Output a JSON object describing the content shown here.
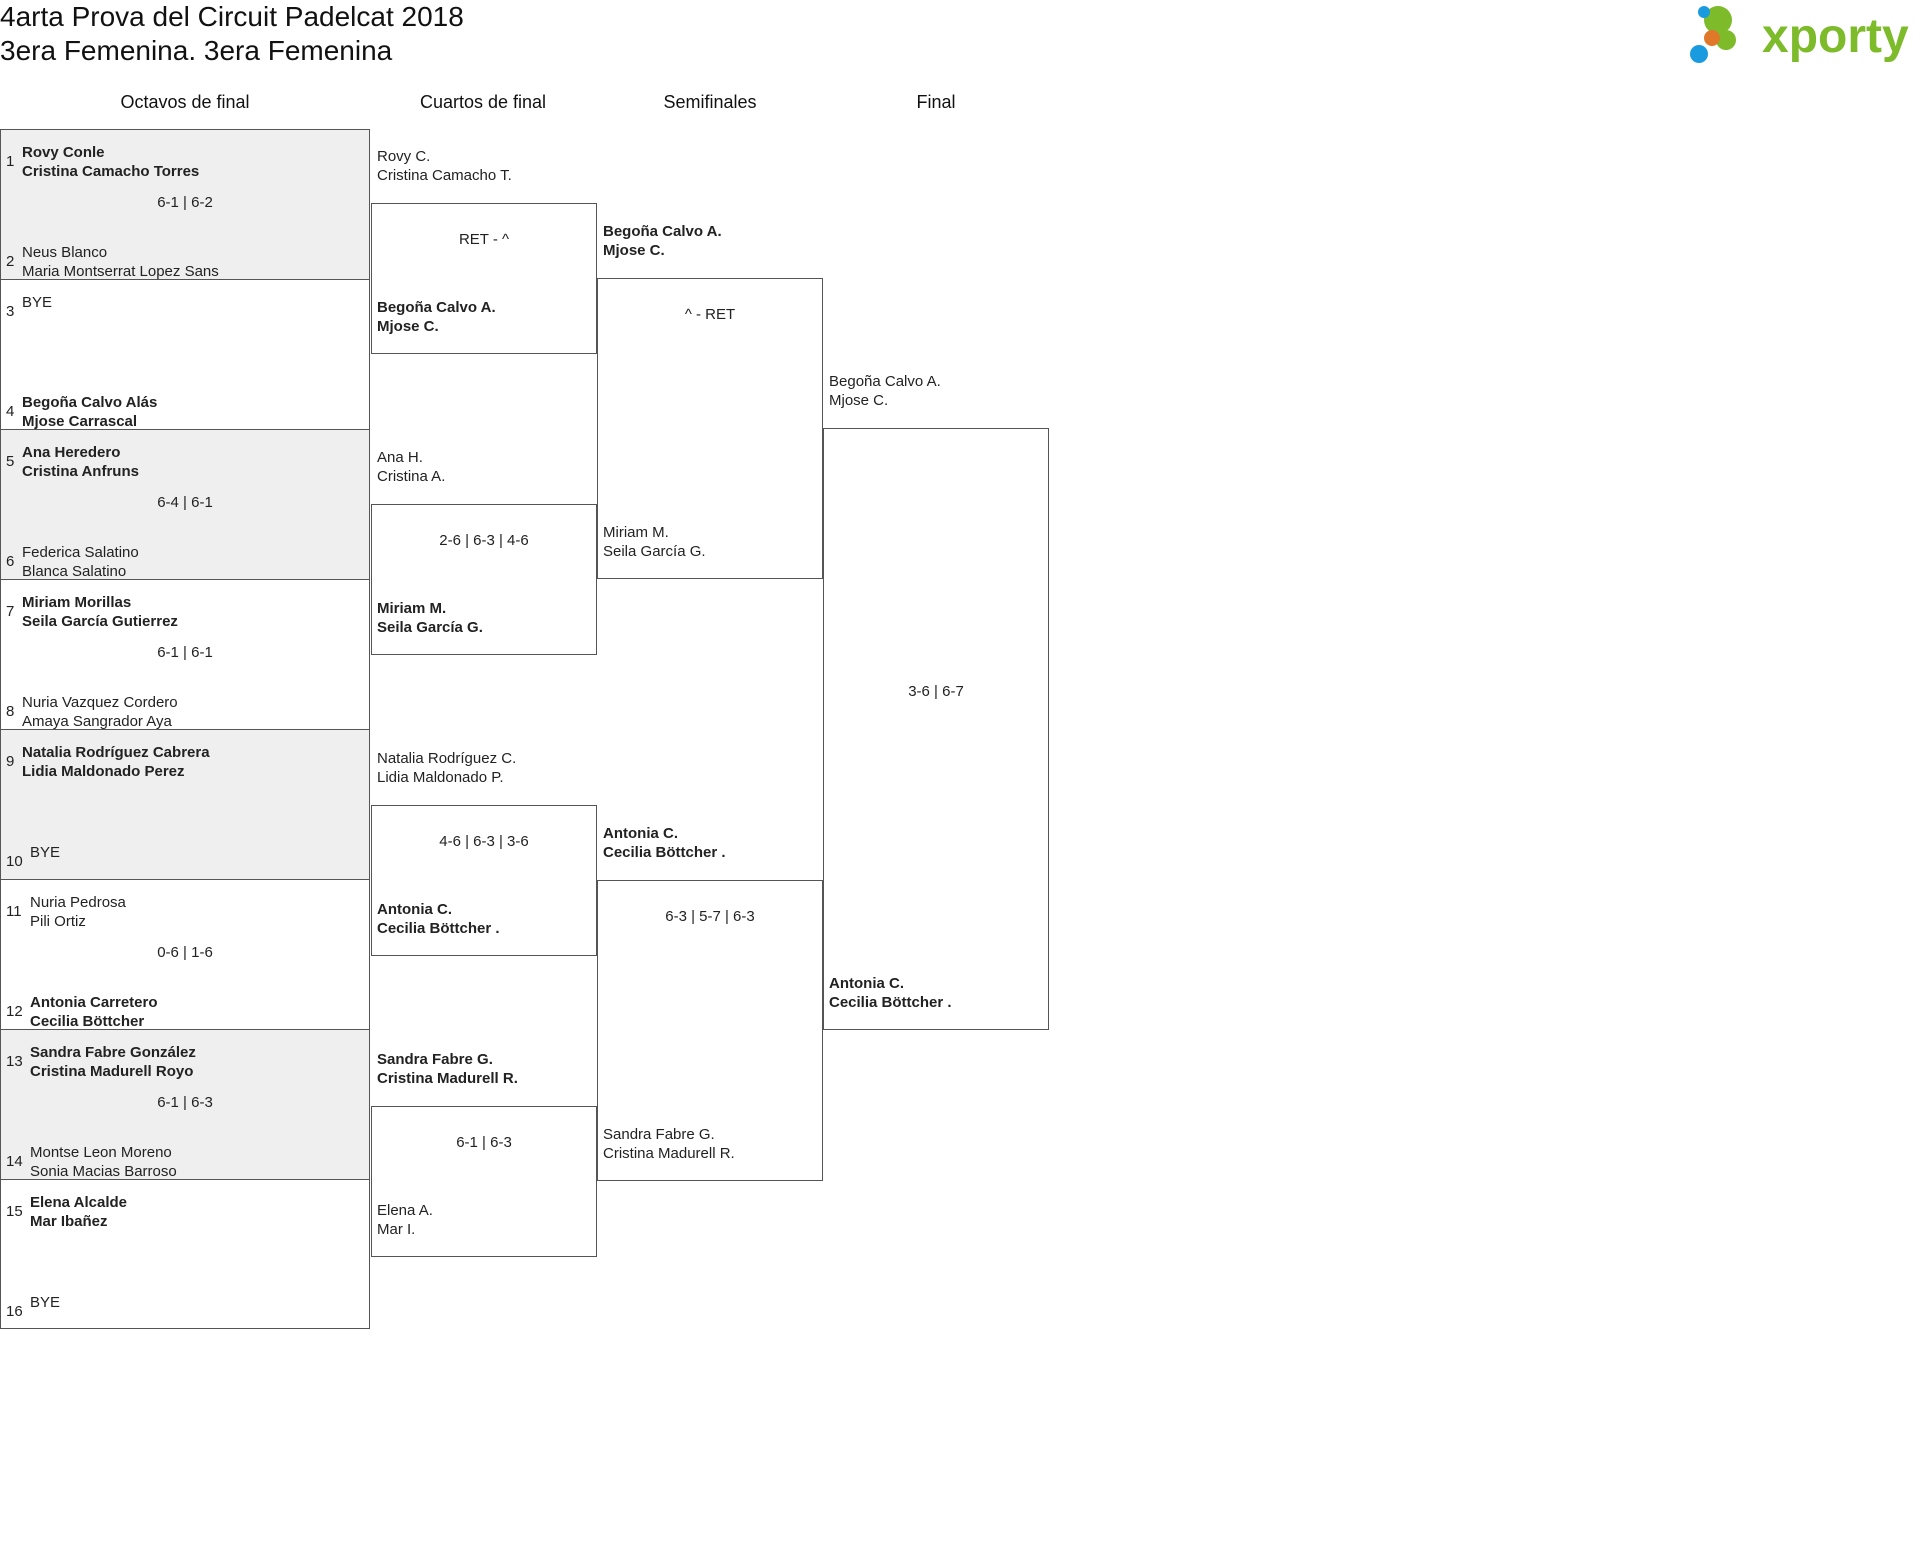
{
  "header": {
    "title_line1": "4arta Prova del Circuit Padelcat 2018",
    "title_line2": "3era Femenina. 3era Femenina",
    "logo_text": "xporty"
  },
  "colors": {
    "logo_green": "#7dbb2b",
    "dot_blue": "#1a9be0",
    "dot_orange": "#e0782a",
    "dot_green": "#7dbb2b",
    "shade": "#efefef"
  },
  "rounds": {
    "r16": "Octavos de final",
    "qf": "Cuartos de final",
    "sf": "Semifinales",
    "final": "Final"
  },
  "r16_matches": [
    {
      "score": "6-1 | 6-2",
      "top": {
        "seed": "1",
        "p1": "Rovy Conle",
        "p2": "Cristina Camacho Torres",
        "winner": true
      },
      "bottom": {
        "seed": "2",
        "p1": "Neus Blanco",
        "p2": "Maria Montserrat Lopez Sans",
        "winner": false
      }
    },
    {
      "score": "",
      "top": {
        "seed": "3",
        "p1": "BYE",
        "p2": "",
        "winner": false
      },
      "bottom": {
        "seed": "4",
        "p1": "Begoña Calvo Alás",
        "p2": "Mjose Carrascal",
        "winner": true
      }
    },
    {
      "score": "6-4 | 6-1",
      "top": {
        "seed": "5",
        "p1": "Ana Heredero",
        "p2": "Cristina Anfruns",
        "winner": true
      },
      "bottom": {
        "seed": "6",
        "p1": "Federica Salatino",
        "p2": "Blanca Salatino",
        "winner": false
      }
    },
    {
      "score": "6-1 | 6-1",
      "top": {
        "seed": "7",
        "p1": "Miriam Morillas",
        "p2": "Seila García Gutierrez",
        "winner": true
      },
      "bottom": {
        "seed": "8",
        "p1": "Nuria Vazquez Cordero",
        "p2": "Amaya Sangrador Aya",
        "winner": false
      }
    },
    {
      "score": "",
      "top": {
        "seed": "9",
        "p1": "Natalia Rodríguez Cabrera",
        "p2": "Lidia Maldonado Perez",
        "winner": true
      },
      "bottom": {
        "seed": "10",
        "p1": "BYE",
        "p2": "",
        "winner": false
      }
    },
    {
      "score": "0-6 | 1-6",
      "top": {
        "seed": "11",
        "p1": "Nuria Pedrosa",
        "p2": "Pili Ortiz",
        "winner": false
      },
      "bottom": {
        "seed": "12",
        "p1": "Antonia Carretero",
        "p2": "Cecilia Böttcher",
        "winner": true
      }
    },
    {
      "score": "6-1 | 6-3",
      "top": {
        "seed": "13",
        "p1": "Sandra Fabre González",
        "p2": "Cristina Madurell Royo",
        "winner": true
      },
      "bottom": {
        "seed": "14",
        "p1": "Montse Leon Moreno",
        "p2": "Sonia Macias Barroso",
        "winner": false
      }
    },
    {
      "score": "",
      "top": {
        "seed": "15",
        "p1": "Elena Alcalde",
        "p2": "Mar Ibañez",
        "winner": true
      },
      "bottom": {
        "seed": "16",
        "p1": "BYE",
        "p2": "",
        "winner": false
      }
    }
  ],
  "qf_matches": [
    {
      "score": "RET - ^",
      "top": {
        "p1": "Rovy C.",
        "p2": "Cristina Camacho T.",
        "winner": false
      },
      "bottom": {
        "p1": "Begoña Calvo A.",
        "p2": "Mjose C.",
        "winner": true
      }
    },
    {
      "score": "2-6 | 6-3 | 4-6",
      "top": {
        "p1": "Ana H.",
        "p2": "Cristina A.",
        "winner": false
      },
      "bottom": {
        "p1": "Miriam M.",
        "p2": "Seila García G.",
        "winner": true
      }
    },
    {
      "score": "4-6 | 6-3 | 3-6",
      "top": {
        "p1": "Natalia Rodríguez C.",
        "p2": "Lidia Maldonado P.",
        "winner": false
      },
      "bottom": {
        "p1": "Antonia C.",
        "p2": "Cecilia Böttcher .",
        "winner": true
      }
    },
    {
      "score": "6-1 | 6-3",
      "top": {
        "p1": "Sandra Fabre G.",
        "p2": "Cristina Madurell R.",
        "winner": true
      },
      "bottom": {
        "p1": "Elena A.",
        "p2": "Mar I.",
        "winner": false
      }
    }
  ],
  "sf_matches": [
    {
      "score": "^ - RET",
      "top": {
        "p1": "Begoña Calvo A.",
        "p2": "Mjose C.",
        "winner": true
      },
      "bottom": {
        "p1": "Miriam M.",
        "p2": "Seila García G.",
        "winner": false
      }
    },
    {
      "score": "6-3 | 5-7 | 6-3",
      "top": {
        "p1": "Antonia C.",
        "p2": "Cecilia Böttcher .",
        "winner": true
      },
      "bottom": {
        "p1": "Sandra Fabre G.",
        "p2": "Cristina Madurell R.",
        "winner": false
      }
    }
  ],
  "final_match": {
    "score": "3-6 | 6-7",
    "top": {
      "p1": "Begoña Calvo A.",
      "p2": "Mjose C.",
      "winner": false
    },
    "bottom": {
      "p1": "Antonia C.",
      "p2": "Cecilia Böttcher .",
      "winner": true
    }
  }
}
